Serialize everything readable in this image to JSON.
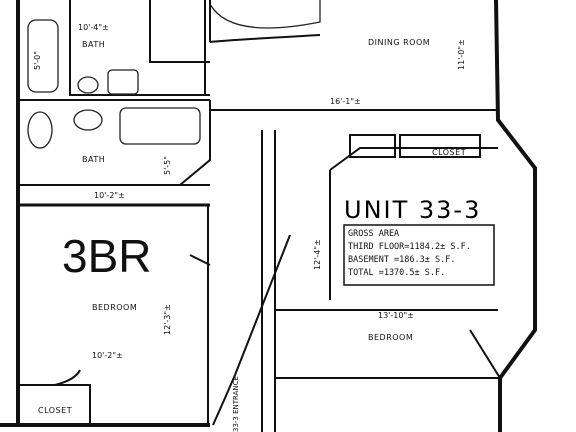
{
  "badge": "3BR",
  "unit": {
    "title": "UNIT 33-3",
    "gross_area": [
      "GROSS AREA",
      "THIRD FLOOR=1184.2± S.F.",
      "BASEMENT =186.3± S.F.",
      "TOTAL =1370.5± S.F."
    ]
  },
  "rooms": {
    "dining": "DINING ROOM",
    "bath_top": "BATH",
    "bath": "BATH",
    "closet_top": "CLOSET",
    "bedroom_left": "BEDROOM",
    "bedroom_right": "BEDROOM",
    "closet_bottom": "CLOSET",
    "entrance": "33-3 ENTRANCE"
  },
  "dimensions": {
    "bath_top_w": "10'-4\"±",
    "bath_top_h": "5'-0\"",
    "dining_w": "16'-1\"±",
    "dining_h": "11'-0\"±",
    "bath_w": "10'-2\"±",
    "bath_h": "5'-5\"",
    "bedroom_left_h": "12'-3\"±",
    "bedroom_left_w": "10'-2\"±",
    "hall_h": "12'-4\"±",
    "bedroom_right_w": "13'-10\"±"
  }
}
